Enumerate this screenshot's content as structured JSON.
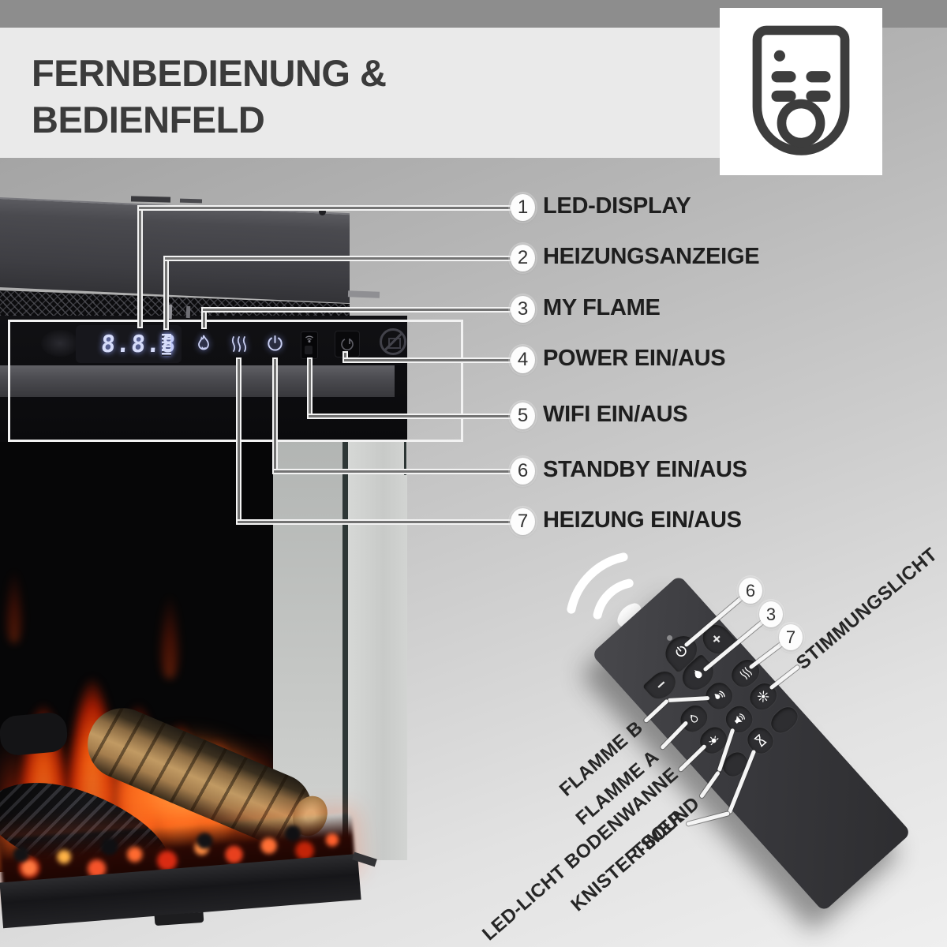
{
  "title": {
    "line1": "FERNBEDIENUNG &",
    "line2": "BEDIENFELD"
  },
  "header": {
    "icon": "remote-control-icon"
  },
  "panel": {
    "display_value": "8.8.8",
    "callouts": [
      {
        "num": "1",
        "label": "LED-DISPLAY"
      },
      {
        "num": "2",
        "label": "HEIZUNGSANZEIGE"
      },
      {
        "num": "3",
        "label": "MY FLAME"
      },
      {
        "num": "4",
        "label": "POWER EIN/AUS"
      },
      {
        "num": "5",
        "label": "WIFI EIN/AUS"
      },
      {
        "num": "6",
        "label": "STANDBY EIN/AUS"
      },
      {
        "num": "7",
        "label": "HEIZUNG EIN/AUS"
      }
    ]
  },
  "remote": {
    "buttons": {
      "plus": "+",
      "minus": "−"
    },
    "callout_circles": [
      {
        "num": "6"
      },
      {
        "num": "3"
      },
      {
        "num": "7"
      }
    ],
    "labels": {
      "stimmungslicht": "STIMMUNGSLICHT",
      "flamme_b": "FLAMME B",
      "flamme_a": "FLAMME A",
      "led_licht": "LED-LICHT BODENWANNE",
      "knister": "KNISTER-SOUND",
      "timer": "TIMER"
    }
  },
  "colors": {
    "title_band": "#eaeaea",
    "title_text": "#3b3b3b",
    "label_text": "#1e1e1e",
    "led_blue": "#d6dcfa",
    "flame_orange": "#f25c0e",
    "ember_red": "#e8401e",
    "panel_black": "#0c0c0e",
    "remote_body": "#39393d",
    "line_core": "#737373",
    "line_casing": "#f3f3f3"
  }
}
